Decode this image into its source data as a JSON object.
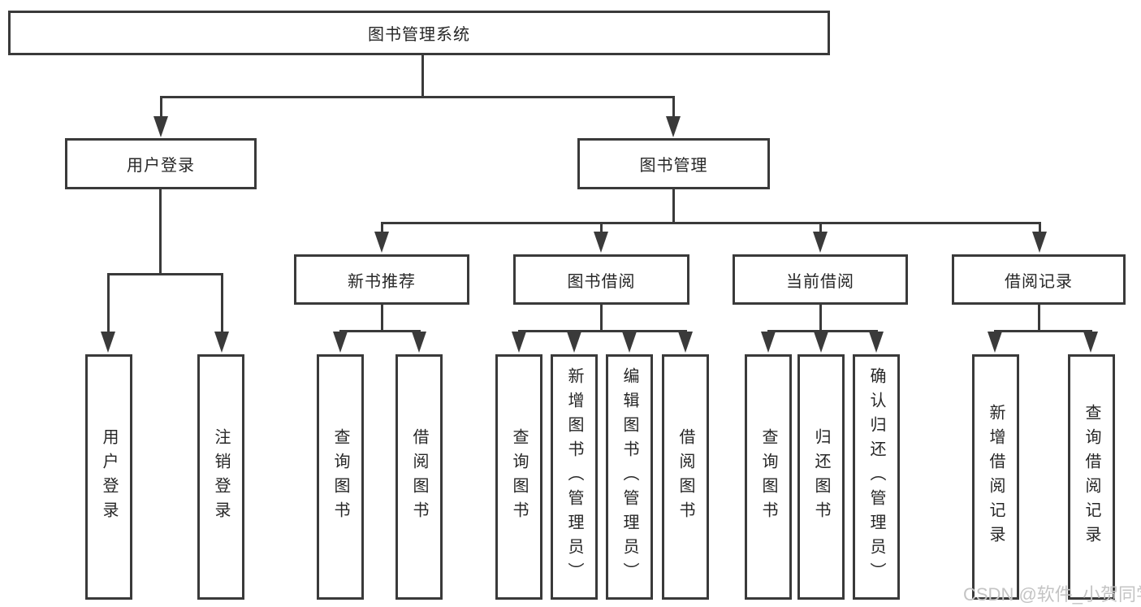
{
  "nodes": {
    "root": "图书管理系统",
    "l2": [
      "用户登录",
      "图书管理"
    ],
    "l3": [
      "新书推荐",
      "图书借阅",
      "当前借阅",
      "借阅记录"
    ],
    "l4": [
      "用户登录",
      "注销登录",
      "查询图书",
      "借阅图书",
      "查询图书",
      "新增图书（管理员）",
      "编辑图书（管理员）",
      "借阅图书",
      "查询图书",
      "归还图书",
      "确认归还（管理员）",
      "新增借阅记录",
      "查询借阅记录"
    ]
  },
  "watermark": "CSDN @软件_小贺同学",
  "colors": {
    "line": "#3a3a3a",
    "text": "#262626",
    "watermark": "#c4c4c4",
    "background": "#ffffff"
  }
}
